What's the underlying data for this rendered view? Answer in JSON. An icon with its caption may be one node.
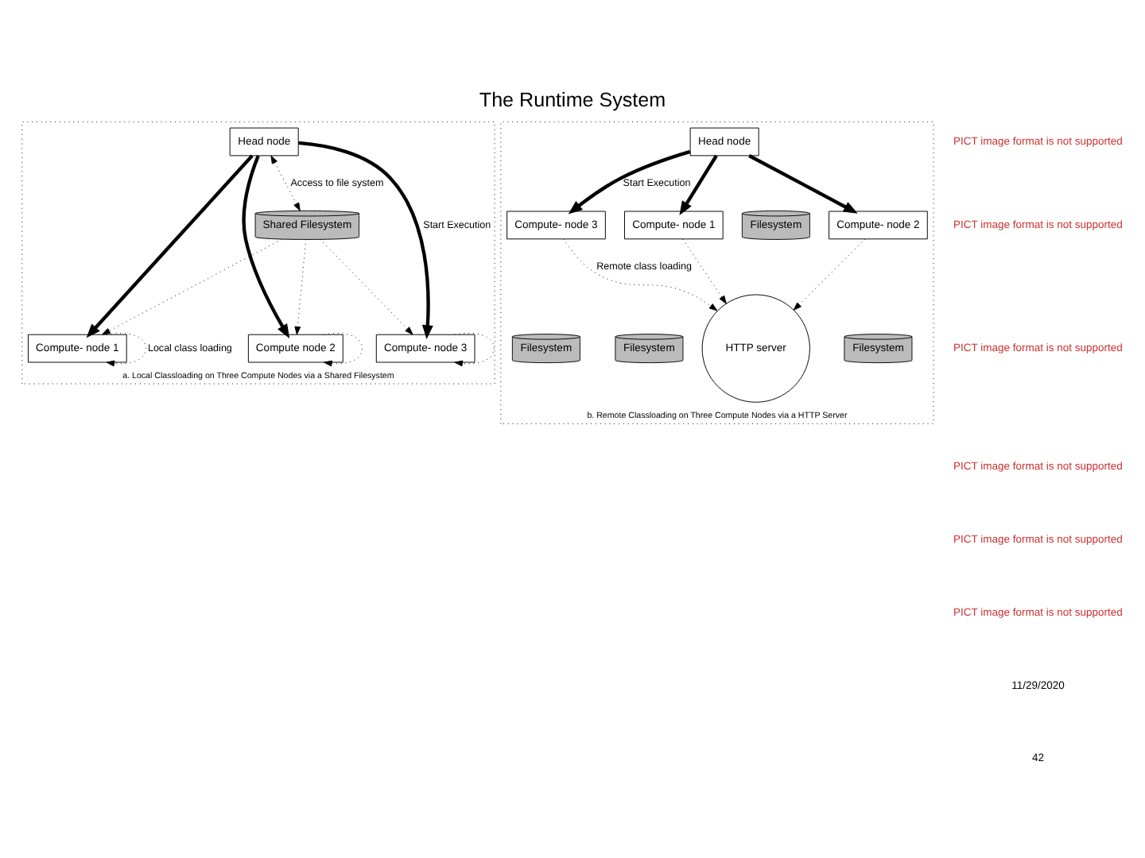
{
  "diagram": {
    "title": "The Runtime System",
    "nodes": [
      {
        "text": [
          "a. Local Classloading on Three Compute Nodes via a Shared Filesystem"
        ]
      },
      {
        "text": [
          "Shared Filesystem"
        ],
        "in": 0
      },
      {
        "text": [
          "Compute- node 1"
        ],
        "in": 0
      },
      {
        "text": [
          "Compute node 2"
        ],
        "in": 0
      },
      {
        "text": [
          "Compute- node 3"
        ],
        "in": 0
      },
      {
        "text": [
          "Head node"
        ],
        "in": 0
      },
      {
        "text": [
          "b. Remote Classloading on Three Compute Nodes via a HTTP Server"
        ]
      },
      {
        "text": [
          "Head node"
        ],
        "in": 6
      },
      {
        "text": [
          "Filesystem"
        ],
        "in": 6
      },
      {
        "text": [
          "HTTP server"
        ],
        "in": 6
      },
      {
        "text": [
          "Compute- node 1"
        ],
        "in": 6
      },
      {
        "text": [
          "Filesystem"
        ],
        "in": 6
      },
      {
        "text": [
          "Compute- node 2"
        ],
        "in": 6
      },
      {
        "text": [
          "Filesystem"
        ],
        "in": 6
      },
      {
        "text": [
          "Compute- node 3"
        ],
        "in": 6
      },
      {
        "text": [
          "Filesystem"
        ],
        "in": 6
      }
    ],
    "edges": [
      {
        "from": 1,
        "to": 2,
        "arrow": "to",
        "style": "dashed"
      },
      {
        "from": 1,
        "to": 3,
        "arrow": "to",
        "style": "dashed"
      },
      {
        "from": 1,
        "to": 4,
        "arrow": "to",
        "style": "dashed"
      },
      {
        "from": 5,
        "to": 1,
        "arrow": "both",
        "style": "dashed",
        "label": "Access to file system"
      },
      {
        "from": 5,
        "to": 2,
        "arrow": "to",
        "style": "thick"
      },
      {
        "from": 5,
        "to": 3,
        "arrow": "to",
        "style": "thick"
      },
      {
        "from": 5,
        "to": 4,
        "arrow": "to",
        "style": "thick",
        "label": "Start Execution"
      },
      {
        "from": 2,
        "to": 2,
        "arrow": "to",
        "style": "dashed",
        "label": "Local class loading"
      },
      {
        "from": 3,
        "to": 3,
        "arrow": "to",
        "style": "dashed"
      },
      {
        "from": 4,
        "to": 4,
        "arrow": "to",
        "style": "dashed"
      },
      {
        "from": 7,
        "to": 10,
        "arrow": "to",
        "style": "thick"
      },
      {
        "from": 7,
        "to": 12,
        "arrow": "to",
        "style": "thick"
      },
      {
        "from": 7,
        "to": 14,
        "arrow": "to",
        "style": "thick",
        "label": "Start Execution"
      },
      {
        "from": 10,
        "to": 9,
        "arrow": "to",
        "style": "dashed"
      },
      {
        "from": 12,
        "to": 9,
        "arrow": "to",
        "style": "dashed"
      },
      {
        "from": 14,
        "to": 9,
        "arrow": "to",
        "style": "dashed",
        "label": "Remote class loading"
      }
    ],
    "labels": [
      "PICT image format is not supported",
      "PICT image format is not supported",
      "PICT image format is not supported",
      "PICT image format is not supported",
      "PICT image format is not supported",
      "PICT image format is not supported",
      "11/29/2020",
      "42"
    ]
  }
}
